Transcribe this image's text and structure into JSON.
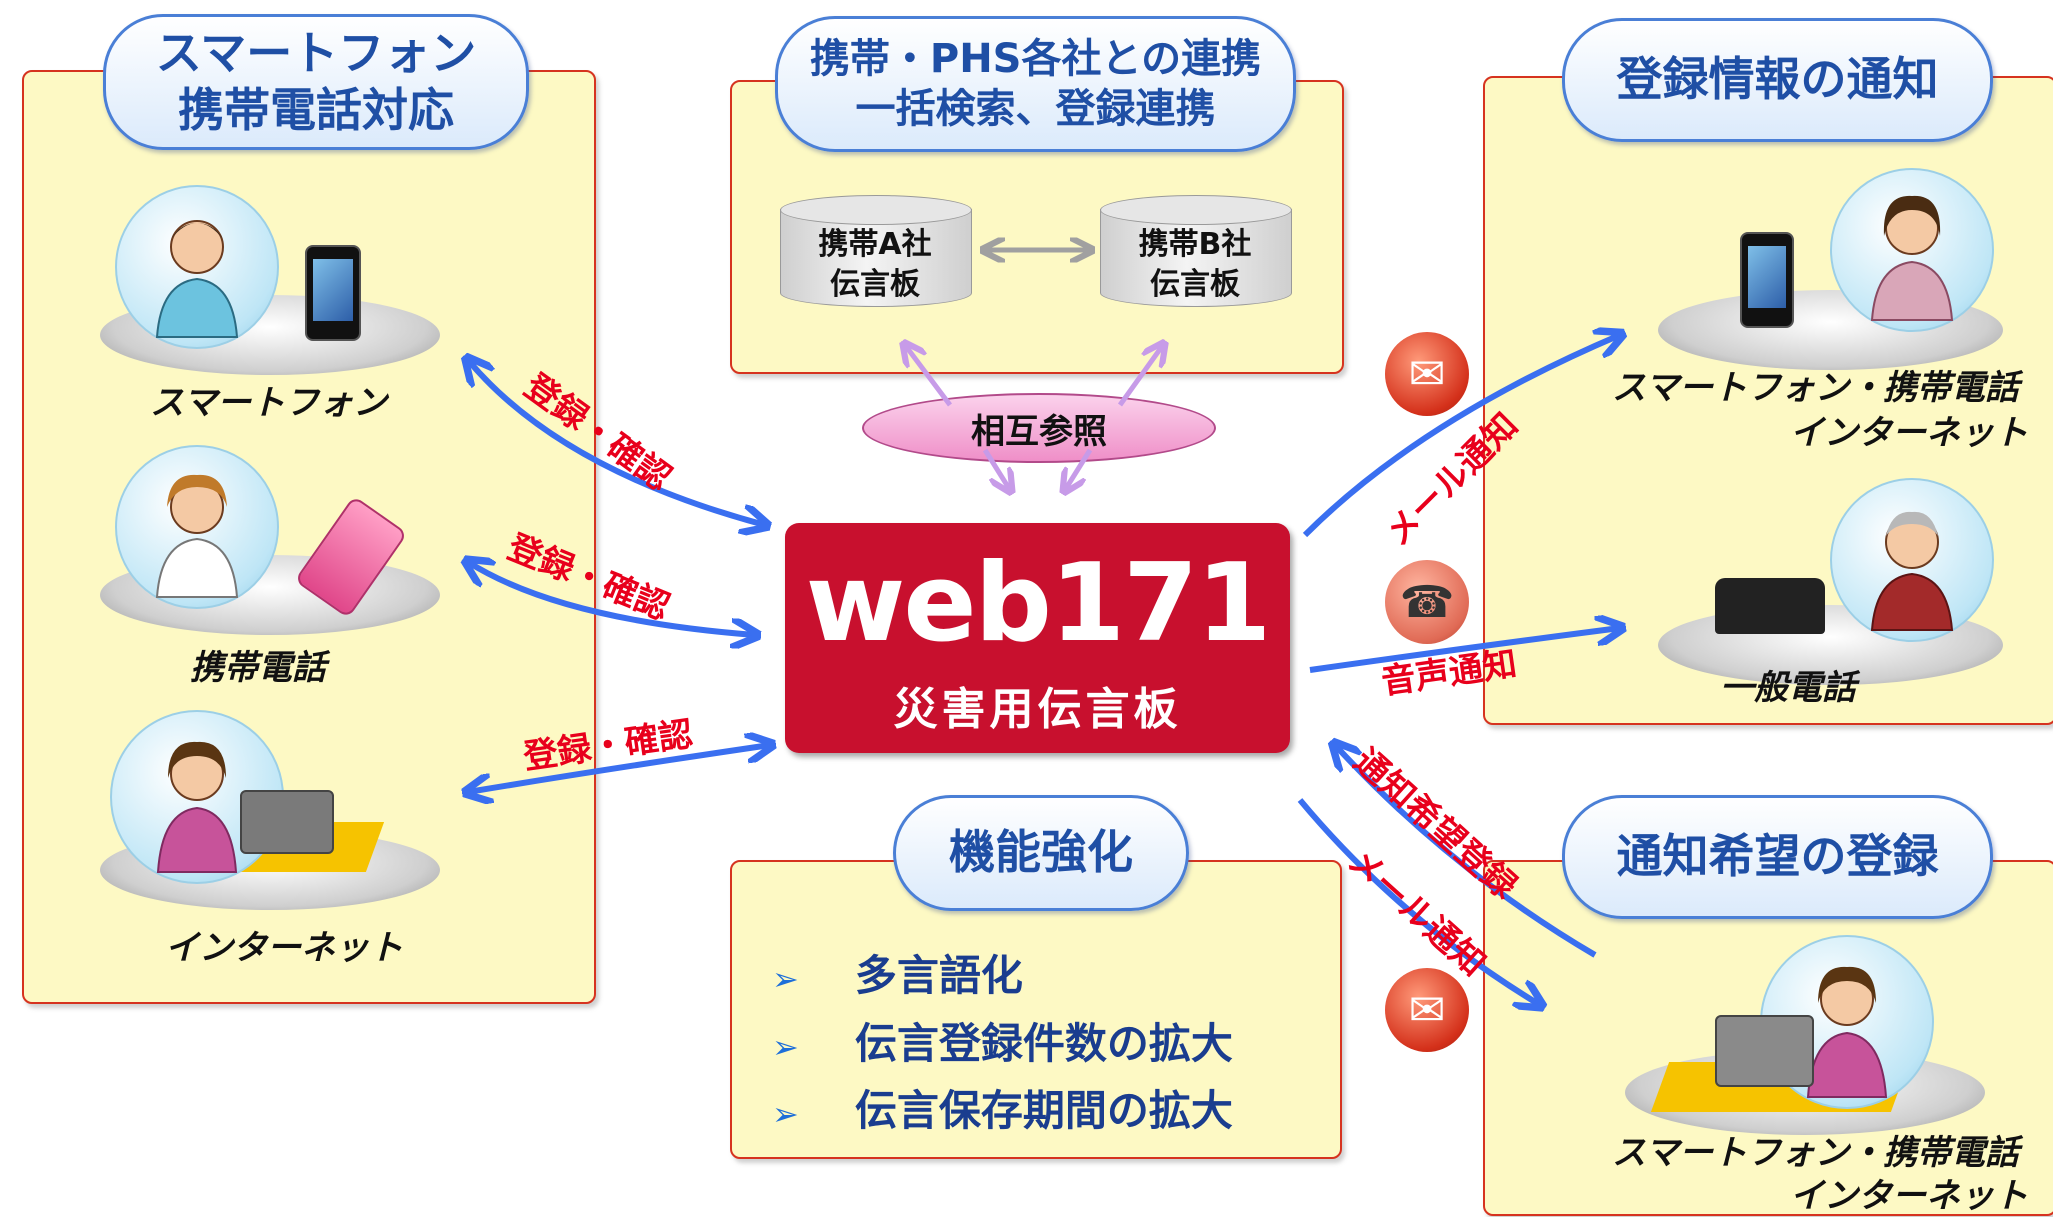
{
  "left_panel": {
    "title_line1": "スマートフォン",
    "title_line2": "携帯電話対応",
    "items": [
      "スマートフォン",
      "携帯電話",
      "インターネット"
    ]
  },
  "top_panel": {
    "title_line1": "携帯・PHS各社との連携",
    "title_line2": "一括検索、登録連携",
    "db_a_line1": "携帯A社",
    "db_a_line2": "伝言板",
    "db_b_line1": "携帯B社",
    "db_b_line2": "伝言板",
    "mutual": "相互参照"
  },
  "center": {
    "logo": "web171",
    "subtitle": "災害用伝言板"
  },
  "arrow_labels": {
    "register_confirm": "登録・確認",
    "mail_notify": "メール通知",
    "voice_notify": "音声通知",
    "notify_request": "通知希望登録"
  },
  "bottom_panel": {
    "title": "機能強化",
    "items": [
      "多言語化",
      "伝言登録件数の拡大",
      "伝言保存期間の拡大"
    ]
  },
  "right_top_panel": {
    "title": "登録情報の通知",
    "caption1_line1": "スマートフォン・携帯電話",
    "caption1_line2": "インターネット",
    "caption2": "一般電話"
  },
  "right_bottom_panel": {
    "title": "通知希望の登録",
    "caption_line1": "スマートフォン・携帯電話",
    "caption_line2": "インターネット"
  },
  "colors": {
    "panel_bg": "#fdf9c4",
    "panel_border": "#d6331f",
    "title_blue": "#1f4fa5",
    "arrow_blue": "#3a6ff0",
    "label_red": "#e8001c",
    "logo_red": "#c8102e"
  },
  "icons": [
    "envelope-icon",
    "telephone-icon",
    "smartphone-icon",
    "flip-phone-icon",
    "laptop-icon"
  ]
}
